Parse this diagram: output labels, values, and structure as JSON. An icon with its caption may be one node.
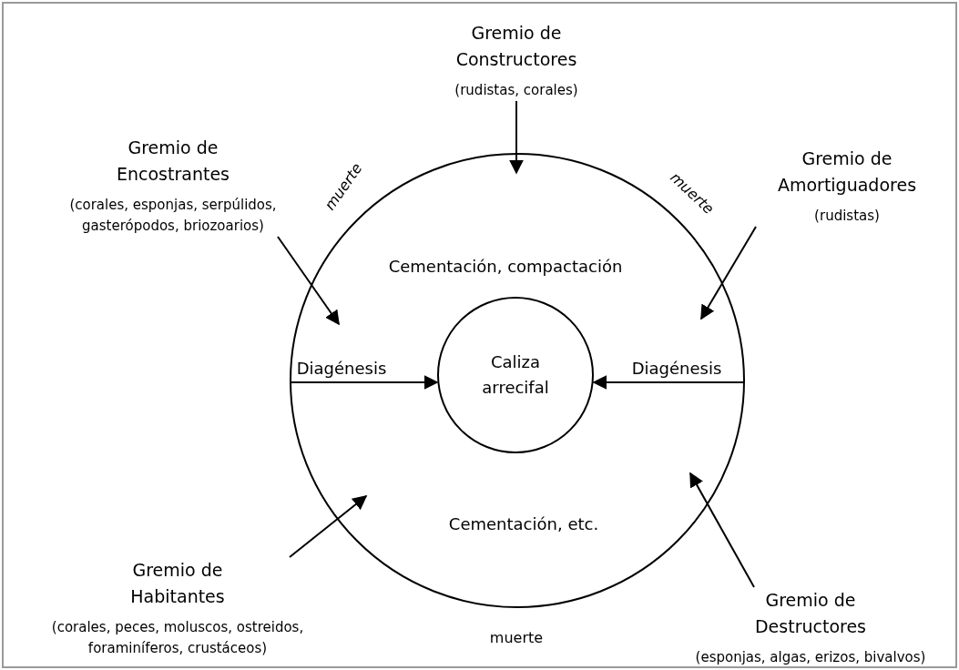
{
  "diagram": {
    "nodes": [
      {
        "text": [
          "Cementación, compactación",
          "Cementación, etc."
        ],
        "beside": [
          "muerte",
          "muerte",
          "muerte"
        ]
      },
      {
        "text": [
          "Caliza arrecifal"
        ],
        "in": 0
      },
      {
        "text": [
          "Gremio de Constructores",
          "(rudistas, corales)"
        ]
      },
      {
        "text": [
          "Gremio de Encostrantes",
          "(corales, esponjas, serpúlidos, gasterópodos, briozoarios)"
        ]
      },
      {
        "text": [
          "Gremio de Amortiguadores",
          "(rudistas)"
        ]
      },
      {
        "text": [
          "Gremio de Habitantes",
          "(corales, peces, moluscos, ostreidos, foraminíferos, crustáceos)"
        ]
      },
      {
        "text": [
          "Gremio de Destructores",
          "(esponjas, algas, erizos, bivalvos)"
        ]
      }
    ],
    "edges": [
      {
        "from": 2,
        "to": 0,
        "arrow": "to"
      },
      {
        "from": 3,
        "to": 0,
        "arrow": "to"
      },
      {
        "from": 4,
        "to": 0,
        "arrow": "to"
      },
      {
        "from": 0,
        "to": 1,
        "arrow": "to",
        "label": "Diagénesis"
      },
      {
        "from": 0,
        "to": 1,
        "arrow": "to",
        "label": "Diagénesis"
      },
      {
        "from": 5,
        "to": 0,
        "arrow": "to"
      },
      {
        "from": 6,
        "to": 0,
        "arrow": "to"
      }
    ]
  }
}
